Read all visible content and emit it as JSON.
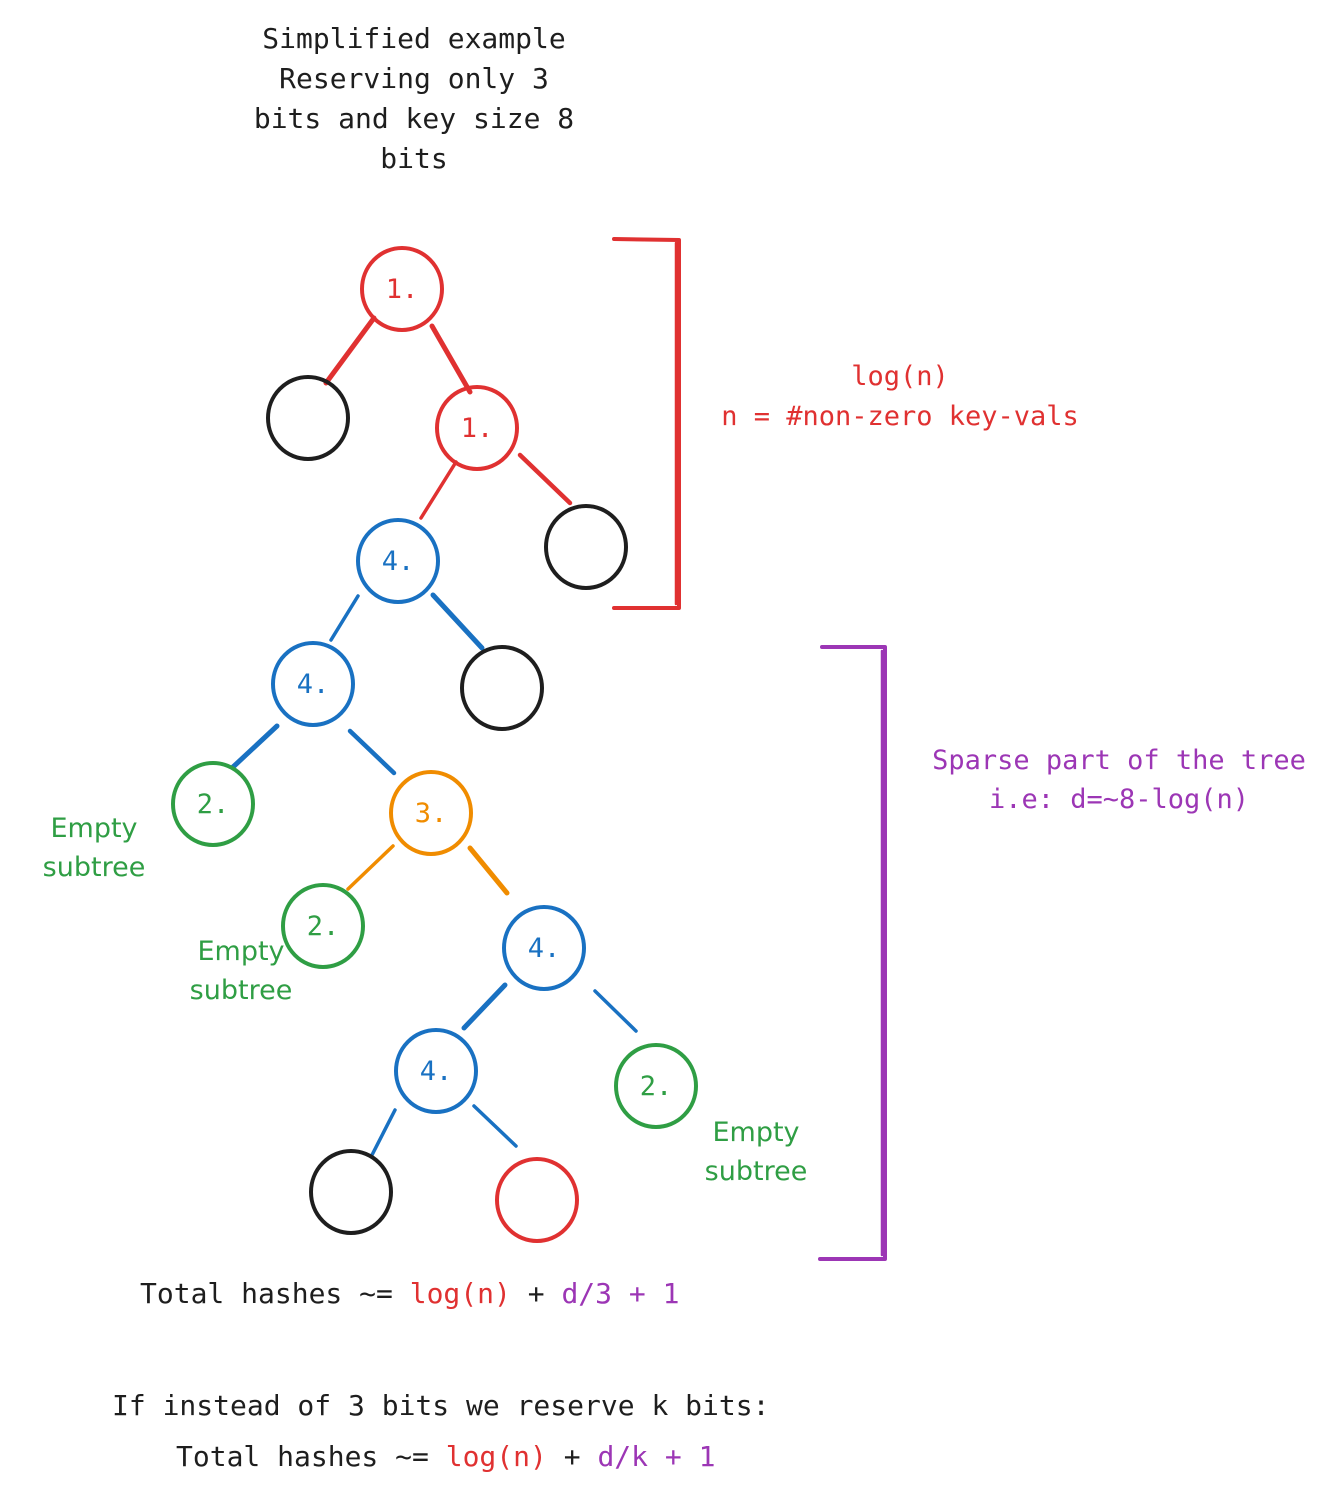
{
  "title": {
    "lines": [
      "Simplified example",
      "Reserving only 3",
      "bits and key size 8",
      "bits"
    ]
  },
  "colors": {
    "red": "#e03131",
    "blue": "#1971c2",
    "green": "#2f9e44",
    "orange": "#f08c00",
    "purple": "#9c36b5",
    "black": "#1e1e1e"
  },
  "nodes": {
    "root": "1.",
    "right_child": "1.",
    "blue_a": "4.",
    "blue_b": "4.",
    "green_left": "2.",
    "orange": "3.",
    "green_mid": "2.",
    "blue_c": "4.",
    "blue_d": "4.",
    "green_right": "2."
  },
  "annotations": {
    "dense_line1": "log(n)",
    "dense_line2": "n = #non-zero key-vals",
    "sparse_line1": "Sparse part of the tree",
    "sparse_line2": "i.e: d=~8-log(n)",
    "empty_1_line1": "Empty",
    "empty_1_line2": "subtree",
    "empty_2_line1": "Empty",
    "empty_2_line2": "subtree",
    "empty_3_line1": "Empty",
    "empty_3_line2": "subtree"
  },
  "formula1": {
    "prefix": "Total hashes ~= ",
    "log_part": "log(n)",
    "plus": " + ",
    "d_part": "d/3 + 1"
  },
  "formula2": {
    "intro": "If instead of 3 bits we reserve k bits:",
    "prefix": "Total hashes ~= ",
    "log_part": "log(n)",
    "plus": " + ",
    "d_part": "d/k + 1"
  }
}
